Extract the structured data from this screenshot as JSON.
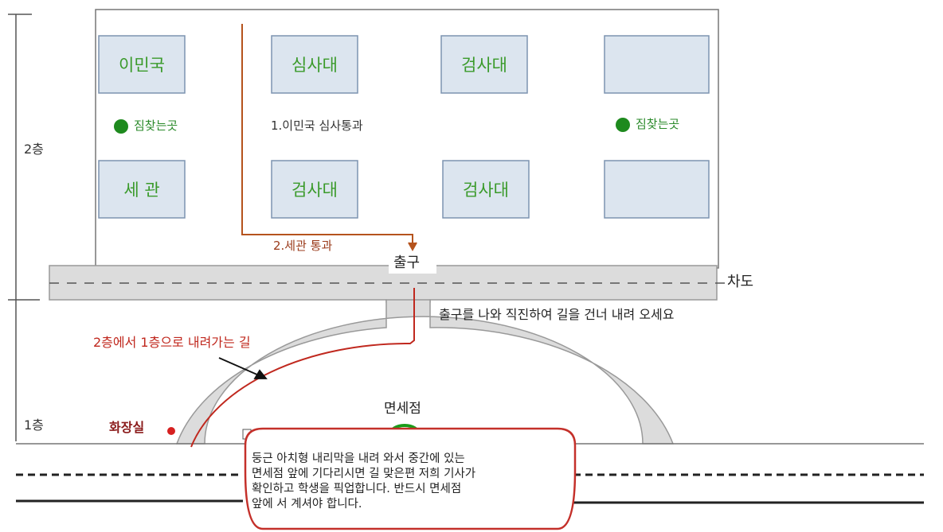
{
  "floors": {
    "upper": "2층",
    "lower": "1층"
  },
  "counters": {
    "top_row": [
      "이민국",
      "심사대",
      "검사대",
      ""
    ],
    "bottom_row": [
      "세 관",
      "검사대",
      "검사대",
      ""
    ]
  },
  "baggage_claim": {
    "left": "짐찾는곳",
    "right": "짐찾는곳"
  },
  "steps": {
    "step1": "1.이민국 심사통과",
    "step2": "2.세관 통과"
  },
  "exit_label": "출구",
  "road_label": "차도",
  "direction_note": "출구를 나와 직진하여 길을 건너 내려 오세요",
  "ramp_label": "2층에서 1층으로 내려가는 길",
  "restroom_label": "화장실",
  "duty_free_label": "면세점",
  "pickup_note": [
    "둥근 아치형 내리막을 내려 와서 중간에 있는",
    "면세점 앞에 기다리시면 길 맞은편 저희 기사가",
    "확인하고 학생을 픽업합니다. 반드시 면세점",
    "앞에 서 계셔야 합니다."
  ],
  "colors": {
    "counter_text": "#3a9a2a",
    "route": "#b5531d",
    "ramp_route": "#c0281e",
    "highlight_green": "#1a9c1a",
    "oval": "#c4302a",
    "road_fill": "#dcdcdc"
  }
}
